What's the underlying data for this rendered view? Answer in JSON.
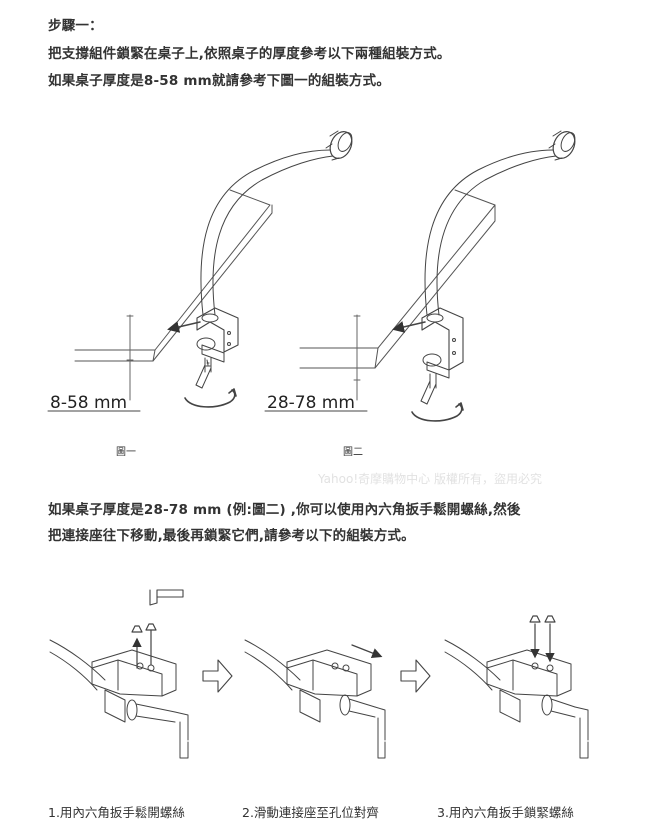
{
  "step": {
    "heading": "步驟一：",
    "line1": "把支撐組件鎖緊在桌子上,依照桌子的厚度參考以下兩種組裝方式。",
    "line2": "如果桌子厚度是8-58 mm就請參考下圖一的組裝方式。"
  },
  "figures": [
    {
      "dimension": "8-58 mm",
      "caption": "圖一"
    },
    {
      "dimension": "28-78 mm",
      "caption": "圖二"
    }
  ],
  "watermark": "Yahoo!奇摩購物中心 版權所有，盜用必究",
  "para2": {
    "line1": "如果桌子厚度是28-78 mm (例:圖二) ,你可以使用內六角扳手鬆開螺絲,然後",
    "line2": "把連接座往下移動,最後再鎖緊它們,請參考以下的組裝方式。"
  },
  "steps": [
    {
      "label": "1.用內六角扳手鬆開螺絲"
    },
    {
      "label": "2.滑動連接座至孔位對齊"
    },
    {
      "label": "3.用內六角扳手鎖緊螺絲"
    }
  ],
  "colors": {
    "line": "#444444",
    "text": "#333333"
  }
}
